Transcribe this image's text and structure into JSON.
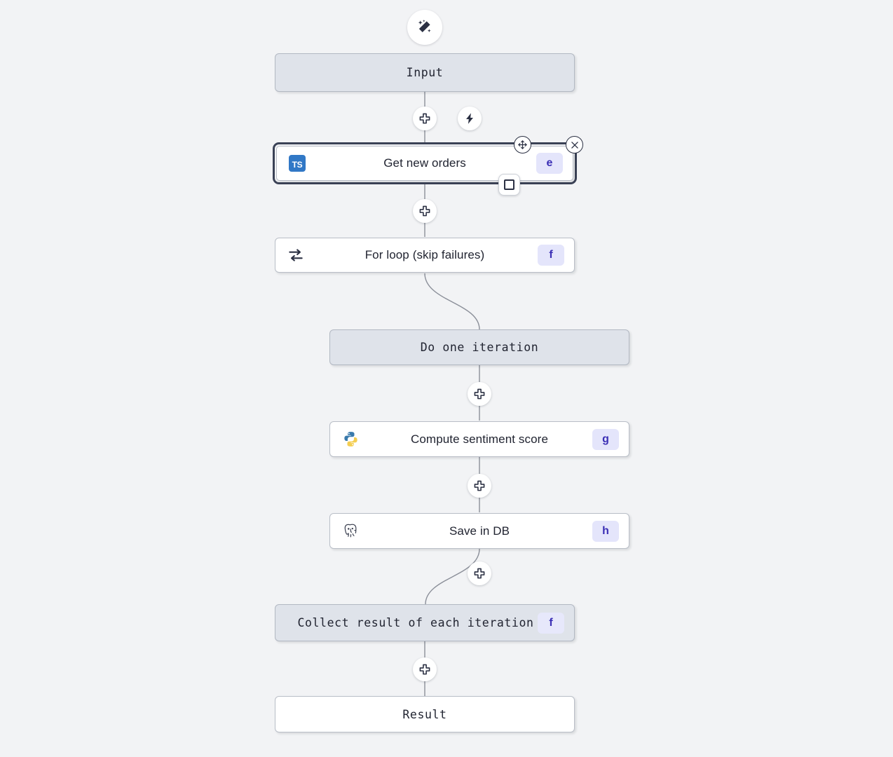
{
  "canvas": {
    "background_color": "#f2f3f5",
    "title": "Flow editor canvas"
  },
  "toolbar": {
    "magic_icon": "magic-wand-icon",
    "ai_label": ""
  },
  "colors": {
    "canvas_bg": "#f2f3f5",
    "node_shaded_bg": "#dfe3ea",
    "node_white_bg": "#ffffff",
    "node_border": "#b9bec7",
    "badge_bg": "#e4e5fb",
    "badge_text": "#3b2fb5",
    "selection_border": "#3b4256",
    "edge_stroke": "#8b8f99",
    "ts_blue": "#3178c6",
    "python_blue": "#3a7aac",
    "python_yellow": "#f4ce52"
  },
  "nodes": [
    {
      "id": "input",
      "label": "Input",
      "style": "shaded",
      "font": "mono",
      "icon": null,
      "badge": null
    },
    {
      "id": "get-new-orders",
      "label": "Get new orders",
      "style": "white",
      "font": "sans",
      "icon": "typescript-icon",
      "badge": "e",
      "selected": true
    },
    {
      "id": "for-loop",
      "label": "For loop (skip failures)",
      "style": "white",
      "font": "sans",
      "icon": "repeat-loop-icon",
      "badge": "f"
    },
    {
      "id": "do-one-iteration",
      "label": "Do one iteration",
      "style": "shaded",
      "font": "mono",
      "icon": null,
      "badge": null
    },
    {
      "id": "compute-sentiment-score",
      "label": "Compute sentiment score",
      "style": "white",
      "font": "sans",
      "icon": "python-icon",
      "badge": "g"
    },
    {
      "id": "save-in-db",
      "label": "Save in DB",
      "style": "white",
      "font": "sans",
      "icon": "postgresql-icon",
      "badge": "h"
    },
    {
      "id": "collect-result",
      "label": "Collect result of each iteration",
      "style": "shaded",
      "font": "mono",
      "icon": null,
      "badge": "f"
    },
    {
      "id": "result",
      "label": "Result",
      "style": "white",
      "font": "mono",
      "icon": null,
      "badge": null
    }
  ],
  "edge_buttons": [
    {
      "id": "add-after-input",
      "icon": "plus-icon"
    },
    {
      "id": "trigger-after-input",
      "icon": "lightning-bolt-icon"
    },
    {
      "id": "add-after-get-new-orders",
      "icon": "plus-icon"
    },
    {
      "id": "add-after-do-one-iteration",
      "icon": "plus-icon"
    },
    {
      "id": "add-after-compute-sentiment-score",
      "icon": "plus-icon"
    },
    {
      "id": "add-after-save-in-db",
      "icon": "plus-icon"
    },
    {
      "id": "add-after-collect-result",
      "icon": "plus-icon"
    }
  ],
  "selection": {
    "move_handle": "move-handle-icon",
    "close_handle": "close-icon",
    "square_handle": "resize-square-handle-icon"
  }
}
